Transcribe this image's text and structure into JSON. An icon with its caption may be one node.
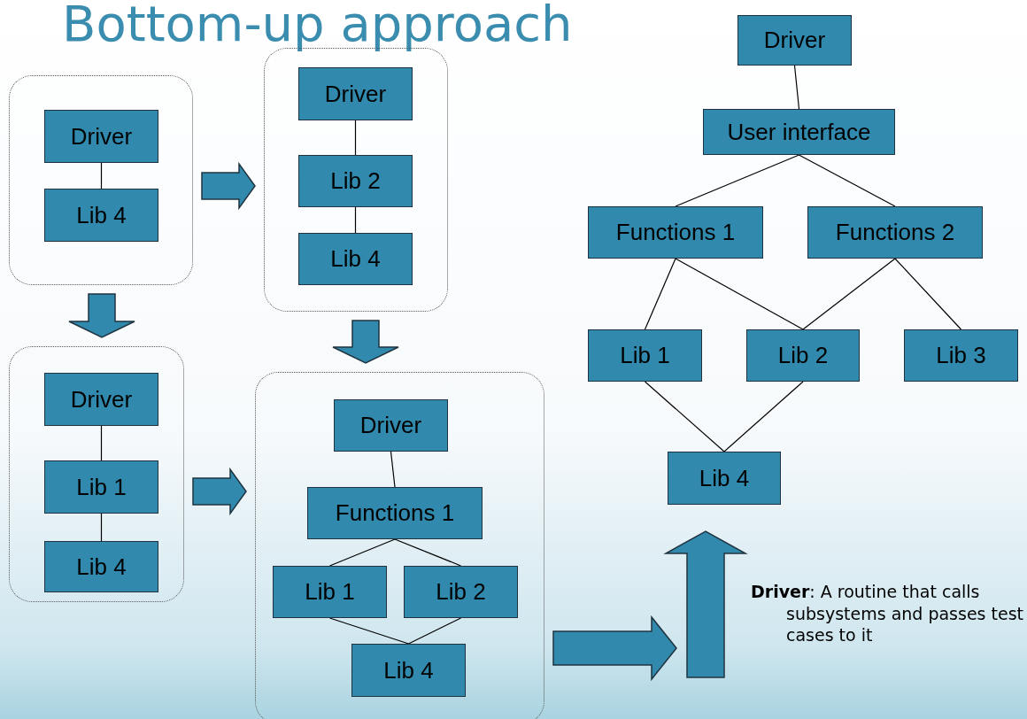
{
  "diagram": {
    "title": "Bottom-up approach",
    "nodes": [
      {
        "text": [],
        "shape": "box"
      },
      {
        "text": [
          "Driver"
        ],
        "in": 0
      },
      {
        "text": [
          "Lib 4"
        ],
        "in": 0
      },
      {
        "text": [],
        "shape": "box"
      },
      {
        "text": [
          "Driver"
        ],
        "in": 3
      },
      {
        "text": [
          "Lib 2"
        ],
        "in": 3
      },
      {
        "text": [
          "Lib 4"
        ],
        "in": 3
      },
      {
        "text": [],
        "shape": "box"
      },
      {
        "text": [
          "Driver"
        ],
        "in": 7
      },
      {
        "text": [
          "Lib 1"
        ],
        "in": 7
      },
      {
        "text": [
          "Lib 4"
        ],
        "in": 7
      },
      {
        "text": [],
        "shape": "box"
      },
      {
        "text": [
          "Driver"
        ],
        "in": 11
      },
      {
        "text": [
          "Functions 1"
        ],
        "in": 11
      },
      {
        "text": [
          "Lib 1"
        ],
        "in": 11
      },
      {
        "text": [
          "Lib 2"
        ],
        "in": 11
      },
      {
        "text": [
          "Lib 4"
        ],
        "in": 11
      },
      {
        "text": [
          "Driver"
        ]
      },
      {
        "text": [
          "User interface"
        ]
      },
      {
        "text": [
          "Functions 1"
        ]
      },
      {
        "text": [
          "Functions 2"
        ]
      },
      {
        "text": [
          "Lib 1"
        ]
      },
      {
        "text": [
          "Lib 2"
        ]
      },
      {
        "text": [
          "Lib 3"
        ]
      },
      {
        "text": [
          "Lib 4"
        ]
      }
    ],
    "edges": [
      {
        "from": 1,
        "to": 2,
        "arrow": "none"
      },
      {
        "from": 4,
        "to": 5,
        "arrow": "none"
      },
      {
        "from": 5,
        "to": 6,
        "arrow": "none"
      },
      {
        "from": 8,
        "to": 9,
        "arrow": "none"
      },
      {
        "from": 9,
        "to": 10,
        "arrow": "none"
      },
      {
        "from": 12,
        "to": 13,
        "arrow": "none"
      },
      {
        "from": 13,
        "to": 14,
        "arrow": "none"
      },
      {
        "from": 13,
        "to": 15,
        "arrow": "none"
      },
      {
        "from": 14,
        "to": 16,
        "arrow": "none"
      },
      {
        "from": 15,
        "to": 16,
        "arrow": "none"
      },
      {
        "from": 17,
        "to": 18,
        "arrow": "none"
      },
      {
        "from": 18,
        "to": 19,
        "arrow": "none"
      },
      {
        "from": 18,
        "to": 20,
        "arrow": "none"
      },
      {
        "from": 19,
        "to": 21,
        "arrow": "none"
      },
      {
        "from": 19,
        "to": 22,
        "arrow": "none"
      },
      {
        "from": 20,
        "to": 22,
        "arrow": "none"
      },
      {
        "from": 20,
        "to": 23,
        "arrow": "none"
      },
      {
        "from": 21,
        "to": 24,
        "arrow": "none"
      },
      {
        "from": 22,
        "to": 24,
        "arrow": "none"
      },
      {
        "from": 0,
        "to": 3,
        "arrow": "to",
        "style": "thick"
      },
      {
        "from": 0,
        "to": 7,
        "arrow": "to",
        "style": "thick"
      },
      {
        "from": 3,
        "to": 11,
        "arrow": "to",
        "style": "thick"
      },
      {
        "from": 7,
        "to": 11,
        "arrow": "to",
        "style": "thick"
      },
      {
        "from": 11,
        "to": null,
        "arrow": "to",
        "style": "thick"
      },
      {
        "from": null,
        "to": 24,
        "arrow": "to",
        "style": "thick"
      }
    ],
    "labels": [
      "**Driver**: A routine that calls subsystems and passes test cases to it"
    ]
  }
}
